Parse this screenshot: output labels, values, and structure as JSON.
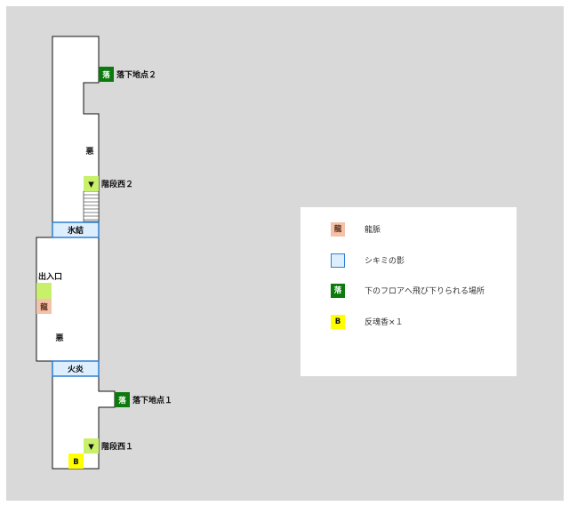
{
  "map": {
    "markers": {
      "drop": "落",
      "dragon": "龍",
      "bonus": "B",
      "stairs": "▼"
    },
    "labels": {
      "drop_point_2": "落下地点２",
      "stairs_west_2": "階段西２",
      "enemy_upper": "悪",
      "freeze_gate": "氷結",
      "entrance": "出入口",
      "enemy_middle": "悪",
      "fire_gate": "火炎",
      "drop_point_1": "落下地点１",
      "stairs_west_1": "階段西１"
    }
  },
  "legend": {
    "items": [
      {
        "symbol": "龍",
        "text": "龍脈",
        "style": "dragon"
      },
      {
        "symbol": "",
        "text": "シキミの影",
        "style": "shadow"
      },
      {
        "symbol": "落",
        "text": "下のフロアへ飛び下りられる場所",
        "style": "drop"
      },
      {
        "symbol": "B",
        "text": "反魂香×１",
        "style": "bonus"
      }
    ]
  },
  "colors": {
    "background": "#d9d9d9",
    "drop": "#0c7a0c",
    "dragon": "#f4c2a8",
    "bonus": "#ffff00",
    "stairs": "#c9f06b",
    "gate_fill": "#ddeeff",
    "gate_border": "#2d7fd1"
  }
}
